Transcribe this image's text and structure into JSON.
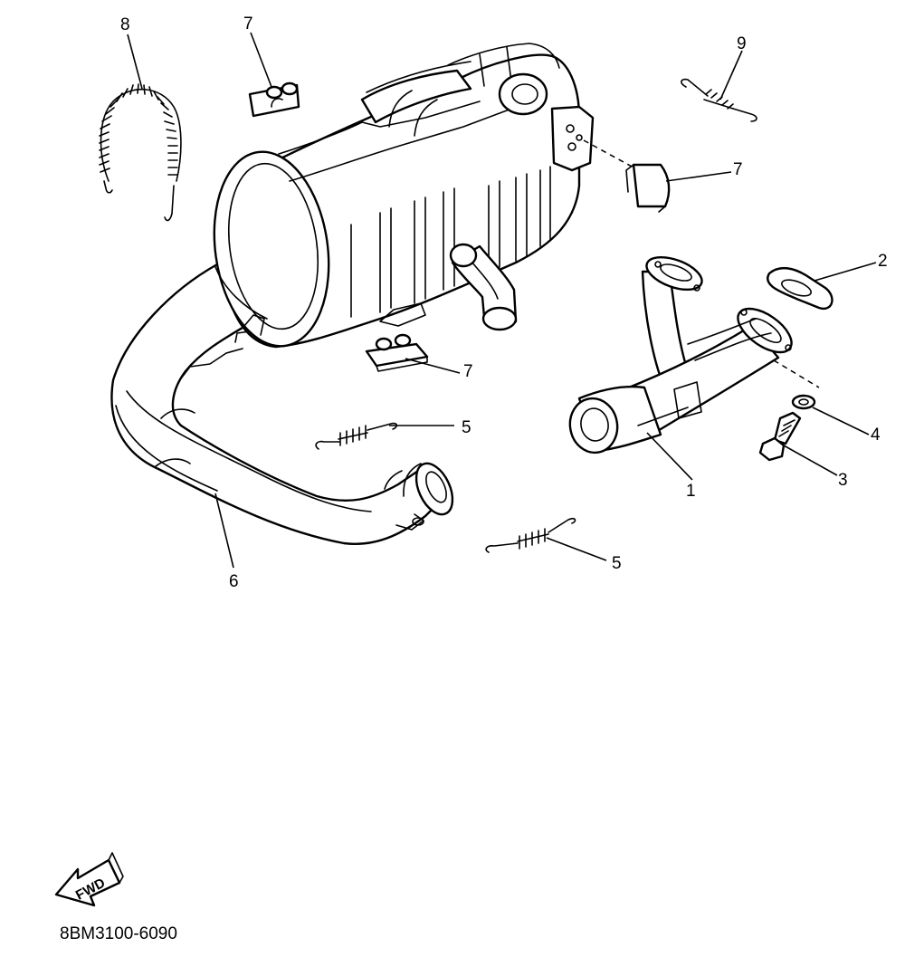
{
  "diagram": {
    "callouts": [
      "1",
      "2",
      "3",
      "4",
      "5",
      "5",
      "6",
      "7",
      "7",
      "7",
      "8",
      "9"
    ],
    "direction_badge": "FWD",
    "part_code": "8BM3100-6090"
  },
  "colors": {
    "line": "#000000",
    "background": "#ffffff"
  }
}
